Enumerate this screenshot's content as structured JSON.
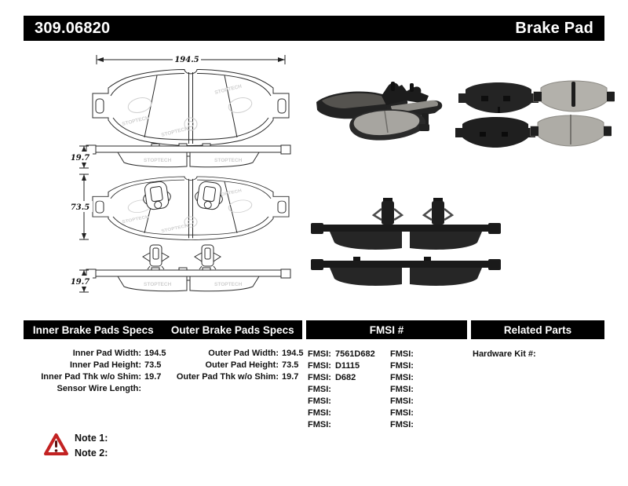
{
  "header": {
    "part_number": "309.06820",
    "product_name": "Brake Pad"
  },
  "drawing": {
    "dim_pad_width": "194.5",
    "dim_pad_thickness_top": "19.7",
    "dim_pad_height": "73.5",
    "dim_pad_thickness_bottom": "19.7",
    "watermark": "STOPTECH"
  },
  "specs": {
    "inner": {
      "title": "Inner Brake Pads Specs",
      "rows": [
        {
          "label": "Inner Pad Width:",
          "value": "194.5"
        },
        {
          "label": "Inner Pad Height:",
          "value": "73.5"
        },
        {
          "label": "Inner Pad Thk w/o Shim:",
          "value": "19.7"
        },
        {
          "label": "Sensor Wire Length:",
          "value": ""
        }
      ]
    },
    "outer": {
      "title": "Outer Brake Pads Specs",
      "rows": [
        {
          "label": "Outer Pad Width:",
          "value": "194.5"
        },
        {
          "label": "Outer Pad Height:",
          "value": "73.5"
        },
        {
          "label": "Outer Pad Thk w/o Shim:",
          "value": "19.7"
        }
      ]
    },
    "fmsi": {
      "title": "FMSI #",
      "row_label": "FMSI:",
      "col1": [
        "7561D682",
        "D1115",
        "D682",
        "",
        "",
        "",
        ""
      ],
      "col2": [
        "",
        "",
        "",
        "",
        "",
        "",
        ""
      ]
    },
    "related": {
      "title": "Related Parts",
      "rows": [
        {
          "label": "Hardware Kit #:",
          "value": ""
        }
      ]
    }
  },
  "notes": {
    "icon": "warning-triangle-icon",
    "note1_label": "Note 1:",
    "note2_label": "Note 2:"
  },
  "colors": {
    "header_bg": "#000000",
    "header_text": "#ffffff",
    "warning_red": "#c32222",
    "pad_dark": "#242424",
    "pad_light": "#b3b1ab"
  }
}
